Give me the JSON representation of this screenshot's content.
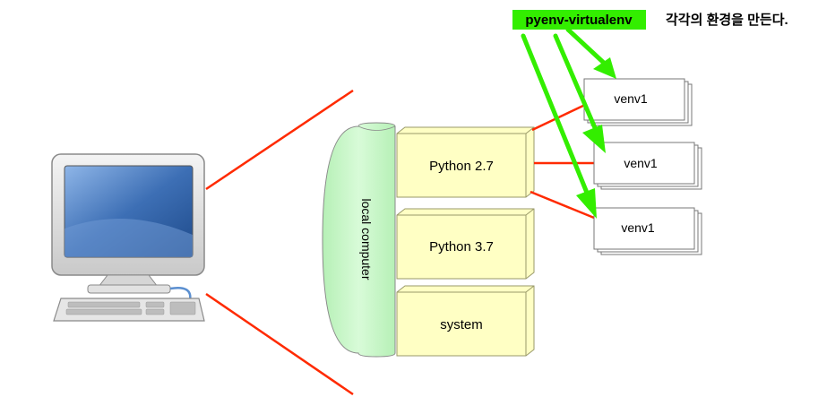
{
  "tool_label": "pyenv-virtualenv",
  "caption": "각각의 환경을 만든다.",
  "cylinder_label": "local computer",
  "boxes": [
    {
      "label": "Python 2.7"
    },
    {
      "label": "Python 3.7"
    },
    {
      "label": "system"
    }
  ],
  "venvs": [
    {
      "label": "venv1"
    },
    {
      "label": "venv1"
    },
    {
      "label": "venv1"
    }
  ],
  "colors": {
    "connector_red": "#ff2a00",
    "arrow_green": "#33ee00",
    "box_fill": "#ffffc4",
    "cylinder_fill": "#c8f7c8",
    "monitor_screen": "#3d6fb5"
  },
  "icons": [
    "desktop-computer-icon"
  ]
}
